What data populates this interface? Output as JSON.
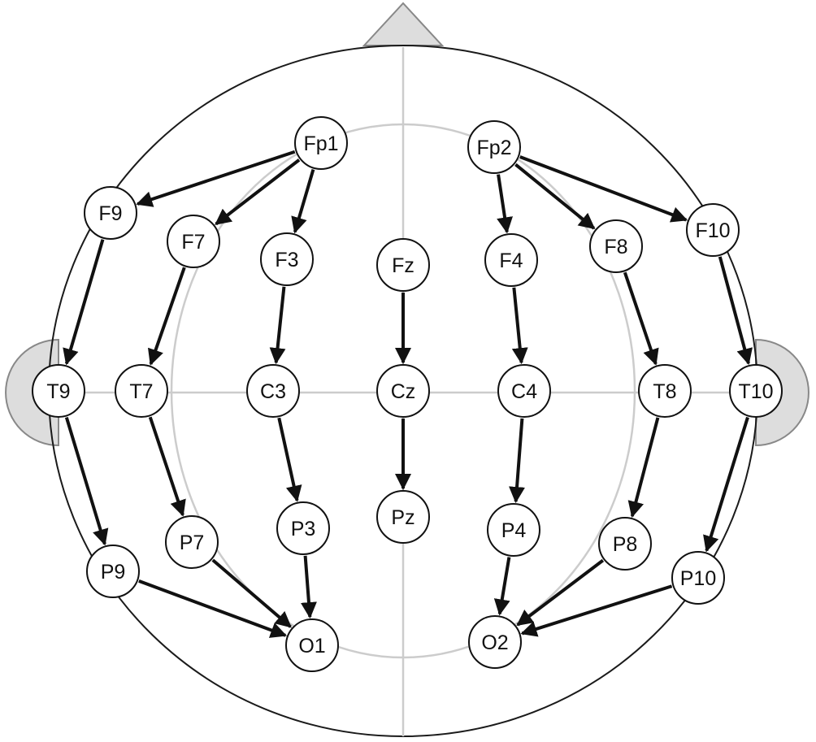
{
  "electrodes": [
    {
      "id": "Fp1",
      "label": "Fp1"
    },
    {
      "id": "Fp2",
      "label": "Fp2"
    },
    {
      "id": "F9",
      "label": "F9"
    },
    {
      "id": "F7",
      "label": "F7"
    },
    {
      "id": "F3",
      "label": "F3"
    },
    {
      "id": "Fz",
      "label": "Fz"
    },
    {
      "id": "F4",
      "label": "F4"
    },
    {
      "id": "F8",
      "label": "F8"
    },
    {
      "id": "F10",
      "label": "F10"
    },
    {
      "id": "T9",
      "label": "T9"
    },
    {
      "id": "T7",
      "label": "T7"
    },
    {
      "id": "C3",
      "label": "C3"
    },
    {
      "id": "Cz",
      "label": "Cz"
    },
    {
      "id": "C4",
      "label": "C4"
    },
    {
      "id": "T8",
      "label": "T8"
    },
    {
      "id": "T10",
      "label": "T10"
    },
    {
      "id": "P9",
      "label": "P9"
    },
    {
      "id": "P7",
      "label": "P7"
    },
    {
      "id": "P3",
      "label": "P3"
    },
    {
      "id": "Pz",
      "label": "Pz"
    },
    {
      "id": "P4",
      "label": "P4"
    },
    {
      "id": "P8",
      "label": "P8"
    },
    {
      "id": "P10",
      "label": "P10"
    },
    {
      "id": "O1",
      "label": "O1"
    },
    {
      "id": "O2",
      "label": "O2"
    }
  ],
  "connections": [
    {
      "from": "Fp1",
      "to": "F9"
    },
    {
      "from": "Fp1",
      "to": "F7"
    },
    {
      "from": "Fp1",
      "to": "F3"
    },
    {
      "from": "Fp2",
      "to": "F4"
    },
    {
      "from": "Fp2",
      "to": "F8"
    },
    {
      "from": "Fp2",
      "to": "F10"
    },
    {
      "from": "F9",
      "to": "T9"
    },
    {
      "from": "F7",
      "to": "T7"
    },
    {
      "from": "F3",
      "to": "C3"
    },
    {
      "from": "Fz",
      "to": "Cz"
    },
    {
      "from": "F4",
      "to": "C4"
    },
    {
      "from": "F8",
      "to": "T8"
    },
    {
      "from": "F10",
      "to": "T10"
    },
    {
      "from": "T9",
      "to": "P9"
    },
    {
      "from": "T7",
      "to": "P7"
    },
    {
      "from": "C3",
      "to": "P3"
    },
    {
      "from": "Cz",
      "to": "Pz"
    },
    {
      "from": "C4",
      "to": "P4"
    },
    {
      "from": "T8",
      "to": "P8"
    },
    {
      "from": "T10",
      "to": "P10"
    },
    {
      "from": "P9",
      "to": "O1"
    },
    {
      "from": "P7",
      "to": "O1"
    },
    {
      "from": "P3",
      "to": "O1"
    },
    {
      "from": "P4",
      "to": "O2"
    },
    {
      "from": "P8",
      "to": "O2"
    },
    {
      "from": "P10",
      "to": "O2"
    }
  ],
  "colors": {
    "head_outline": "#1a1a1a",
    "guide_lines": "#cccccc",
    "nose_ears_fill": "#dddddd",
    "nose_ears_stroke": "#888888",
    "arrow": "#111111",
    "electrode_fill": "#ffffff",
    "electrode_stroke": "#111111"
  }
}
